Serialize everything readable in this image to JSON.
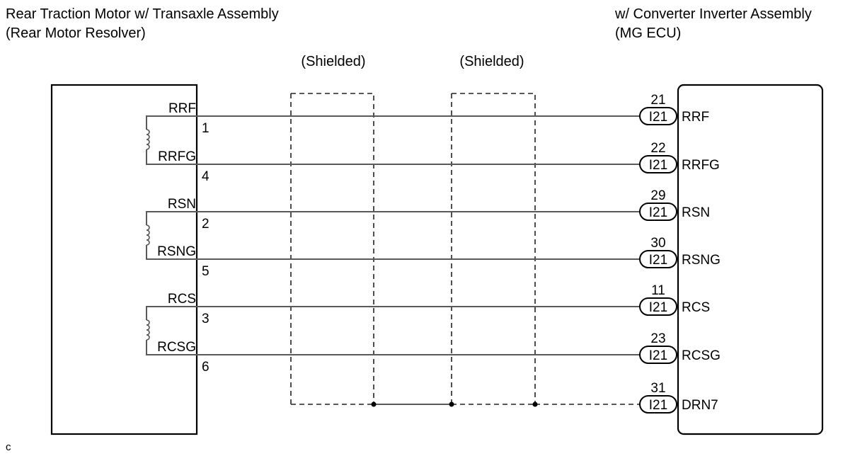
{
  "left_component": {
    "title_line1": "Rear Traction Motor w/ Transaxle Assembly",
    "title_line2": "(Rear Motor Resolver)"
  },
  "right_component": {
    "title_line1": "w/ Converter Inverter Assembly",
    "title_line2": "(MG ECU)"
  },
  "shield_labels": [
    "(Shielded)",
    "(Shielded)"
  ],
  "connector_code": "I21",
  "circuits": [
    {
      "left_name": "RRF",
      "left_pin": "1",
      "ecu_pin": "21",
      "ecu_name": "RRF"
    },
    {
      "left_name": "RRFG",
      "left_pin": "4",
      "ecu_pin": "22",
      "ecu_name": "RRFG"
    },
    {
      "left_name": "RSN",
      "left_pin": "2",
      "ecu_pin": "29",
      "ecu_name": "RSN"
    },
    {
      "left_name": "RSNG",
      "left_pin": "5",
      "ecu_pin": "30",
      "ecu_name": "RSNG"
    },
    {
      "left_name": "RCS",
      "left_pin": "3",
      "ecu_pin": "11",
      "ecu_name": "RCS"
    },
    {
      "left_name": "RCSG",
      "left_pin": "6",
      "ecu_pin": "23",
      "ecu_name": "RCSG"
    }
  ],
  "drain": {
    "ecu_pin": "31",
    "ecu_name": "DRN7"
  },
  "footer_mark": "c"
}
